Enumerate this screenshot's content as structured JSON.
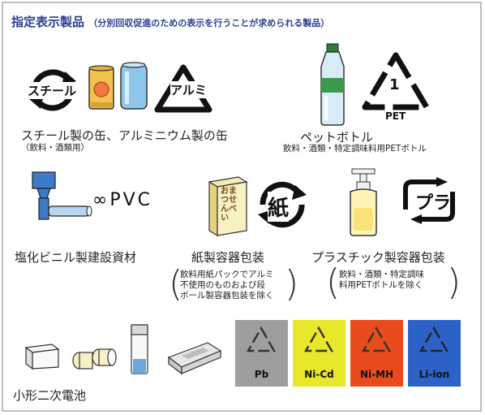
{
  "header": {
    "title": "指定表示製品",
    "subtitle": "（分別回収促進のための表示を行うことが求められる製品）"
  },
  "steel_alu": {
    "steel_mark": "スチール",
    "alu_mark": "アルミ",
    "label": "スチール製の缶、アルミニウム製の缶",
    "note": "（飲料・酒類用）"
  },
  "pet": {
    "number": "1",
    "code": "PET",
    "label": "ペットボトル",
    "note": "飲料・酒類・特定調味料用PETボトル"
  },
  "pvc": {
    "mark": "∞PVC",
    "label": "塩化ビニル製建設資材"
  },
  "paper": {
    "mark": "紙",
    "box_text": "おまつせんべい",
    "label": "紙製容器包装",
    "note_lines": [
      "飲料用紙パックでアルミ",
      "不使用のものおよび段",
      "ボール製容器包装を除く"
    ]
  },
  "plastic": {
    "mark": "プラ",
    "label": "プラスチック製容器包装",
    "note_lines": [
      "飲料・酒類・特定調味",
      "料用PETボトルを除く"
    ]
  },
  "battery": {
    "label": "小形二次電池",
    "tiles": [
      {
        "code": "Pb",
        "color": "#9e9e9e"
      },
      {
        "code": "Ni-Cd",
        "color": "#e8e82a"
      },
      {
        "code": "Ni-MH",
        "color": "#ea4b1c"
      },
      {
        "code": "Li-ion",
        "color": "#2c62c8"
      }
    ]
  }
}
